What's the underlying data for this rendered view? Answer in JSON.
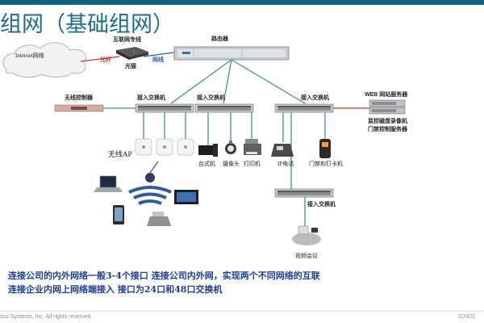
{
  "title": "组网（基础组网）",
  "internet": {
    "label": "Internet网络"
  },
  "wan": {
    "line_label": "互联网专线",
    "fiber_label": "光纤",
    "fiber_line_label": "网线",
    "modem_label": "光猫"
  },
  "router": {
    "label": "路由器"
  },
  "wireless_controller": {
    "label": "无线控制器"
  },
  "switches": {
    "access_1": "接入交换机",
    "access_2": "接入交换机",
    "access_3": "接入交换机",
    "access_4": "接入交换机"
  },
  "servers": {
    "web_label": "WEB 网站服务器",
    "nvr_label": "监控磁盘录像机",
    "access_ctrl_label": "门禁控制服务器"
  },
  "devices": {
    "wireless_ap": "无线AP",
    "desktop": "台式机",
    "camera": "摄像头",
    "printer": "打印机",
    "ip_phone": "IP电话",
    "door_reader": "门禁和打卡机",
    "video_conf": "视频会议"
  },
  "body": {
    "line1": "连接公司的内外网络一般3-4个接口 连接公司内外网，实现两个不同网络的互联",
    "line2": "连接企业内网上网络端接入  接口为24口和48口交换机"
  },
  "footer": {
    "left": "sco Systems, Inc. All rights reserved.",
    "right": "ICND2"
  },
  "colors": {
    "title": "#1c6f8e",
    "link": "#3a9a7e",
    "accent_bar": "#0e5f7d",
    "body_text": "#1a3f9a",
    "fiber": "#c0392b",
    "lan_cable": "#2a56b8"
  }
}
